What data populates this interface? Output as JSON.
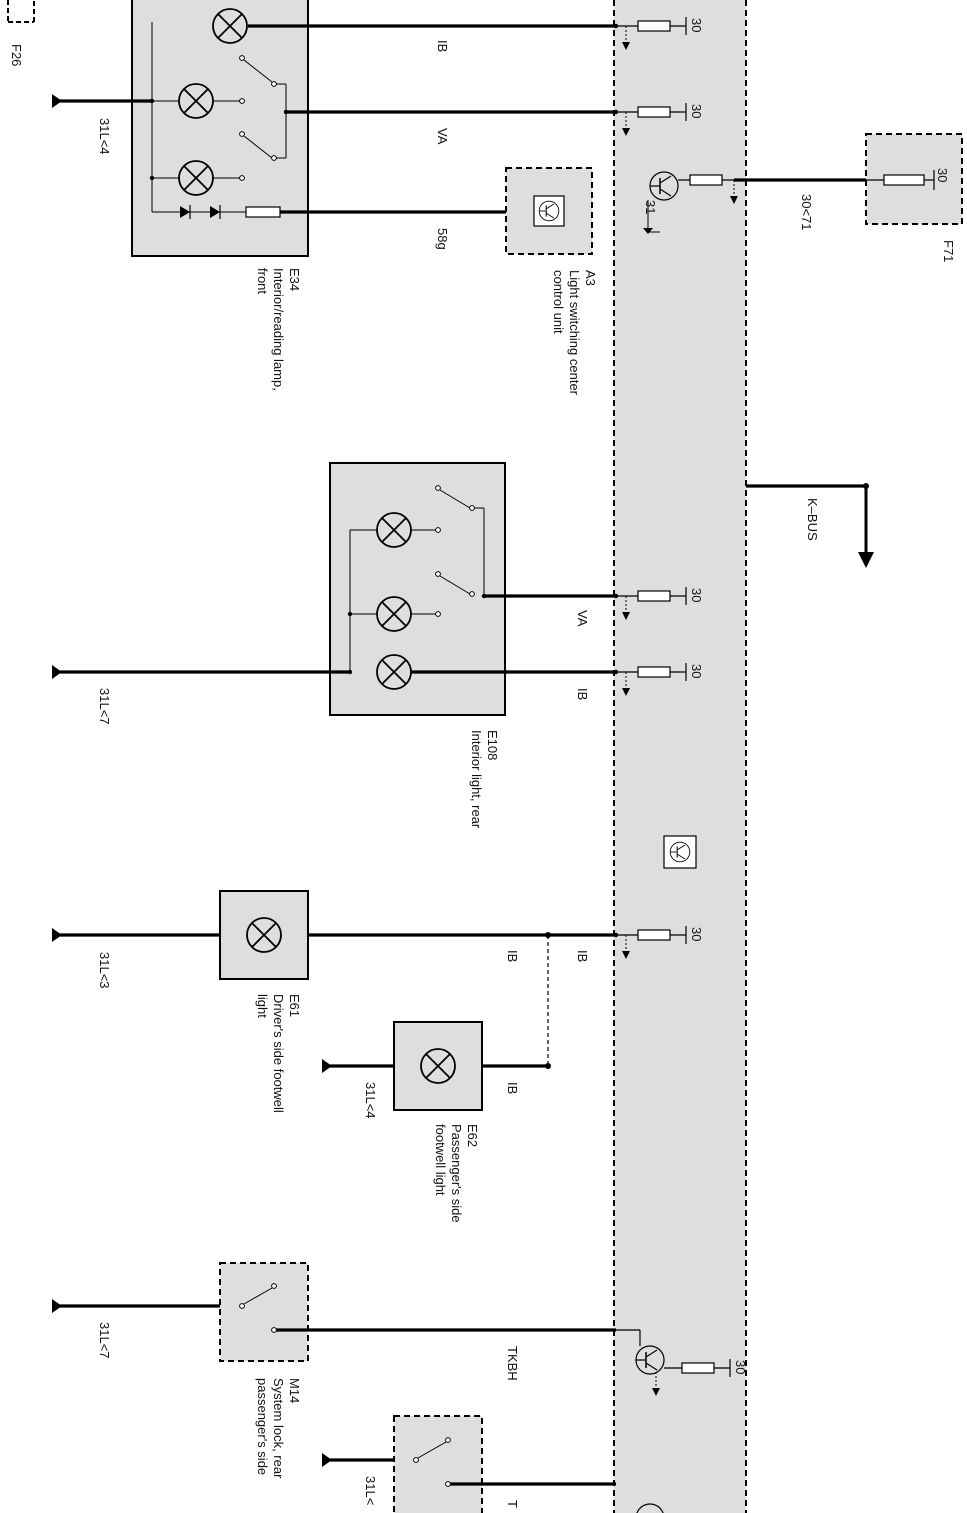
{
  "labels": {
    "f26": "F26",
    "f71": "F71",
    "e34_id": "E34",
    "e34_l1": "Interior/reading lamp,",
    "e34_l2": "front",
    "a3_id": "A3",
    "a3_l1": "Light switching center",
    "a3_l2": "control unit",
    "e108_id": "E108",
    "e108_l1": "Interior light, rear",
    "e61_id": "E61",
    "e61_l1": "Driver's side footwell",
    "e61_l2": "light",
    "e62_id": "E62",
    "e62_l1": "Passenger's side",
    "e62_l2": "footwell light",
    "m14_id": "M14",
    "m14_l1": "System lock, rear",
    "m14_l2": "passenger's side",
    "kbus": "K–BUS"
  },
  "wires": {
    "ib": "IB",
    "va": "VA",
    "w58g": "58g",
    "w30_71": "30<71",
    "tkbh": "TKBH",
    "tk_partial": "T",
    "gnd_31l4": "31L<4",
    "gnd_31l7": "31L<7",
    "gnd_31l3": "31L<3",
    "gnd_31l_partial": "31L<"
  },
  "pins": {
    "p30": "30",
    "p31": "31"
  }
}
